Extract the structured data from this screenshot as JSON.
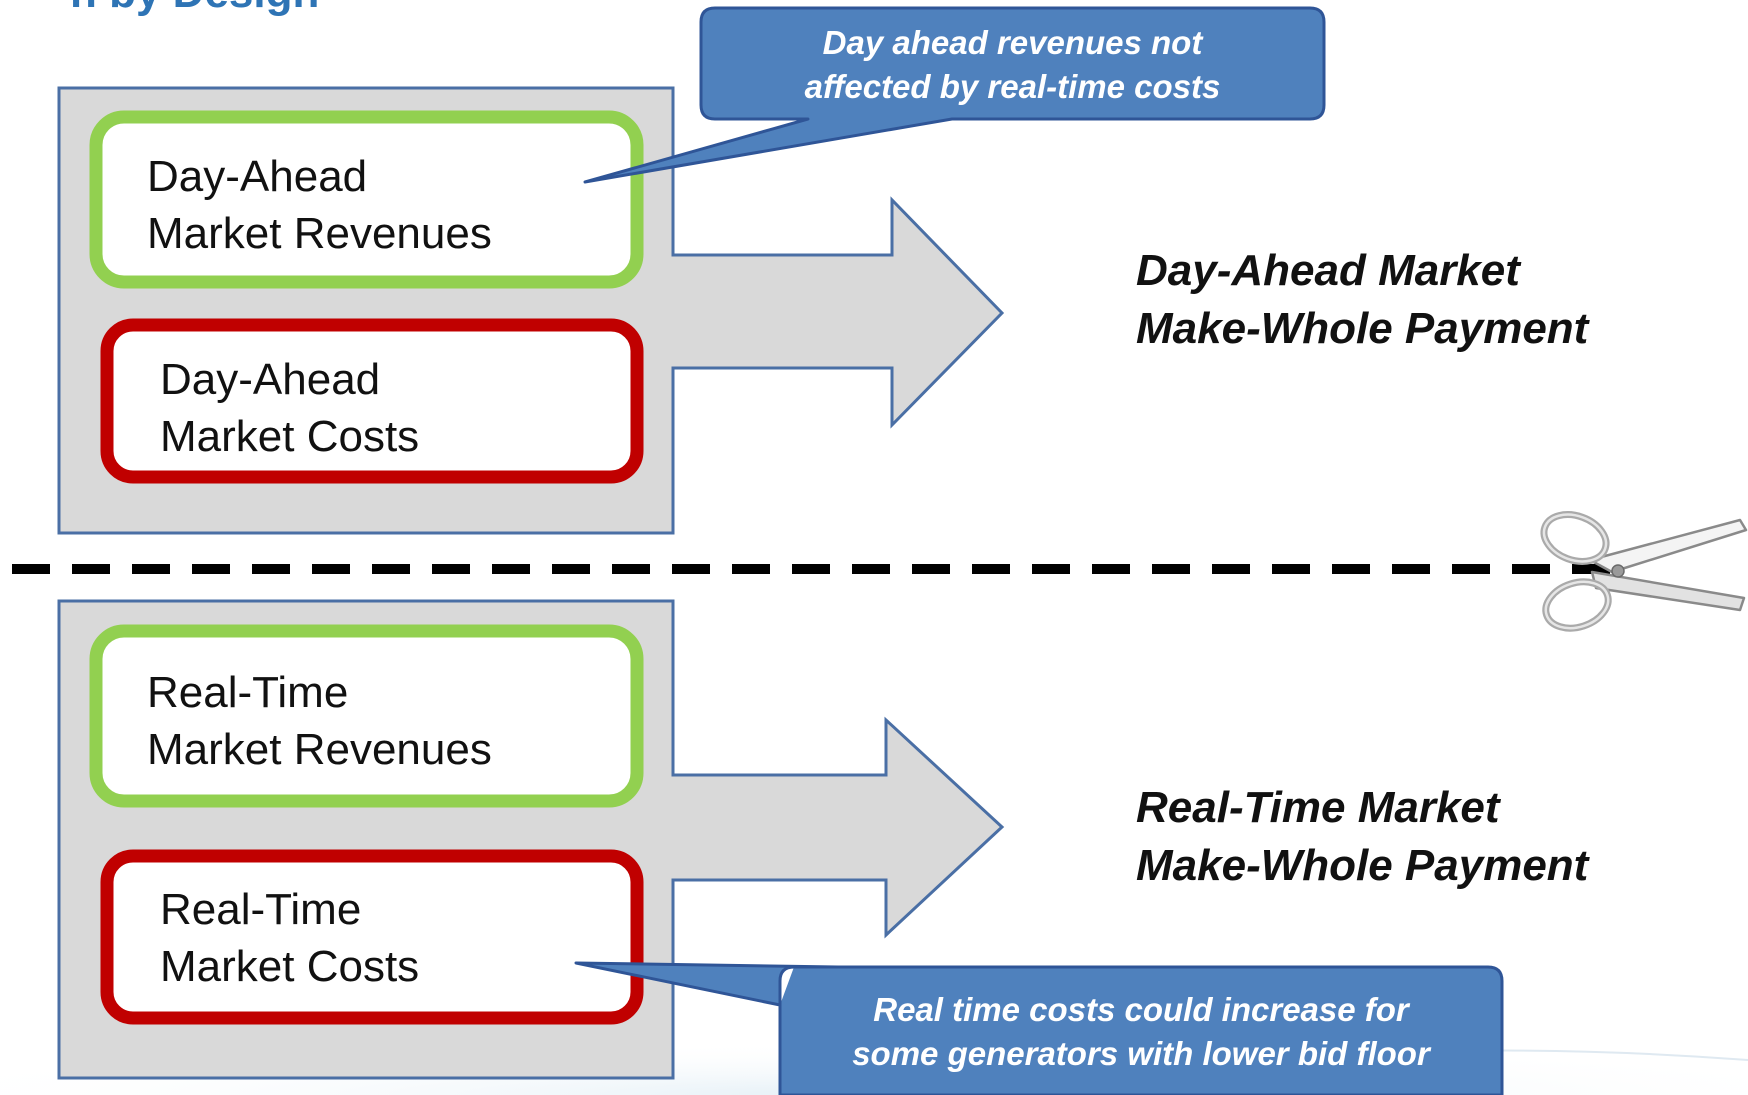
{
  "header": {
    "title_fragment": "n by Design"
  },
  "day_ahead": {
    "revenues": {
      "line1": "Day-Ahead",
      "line2": "Market Revenues"
    },
    "costs": {
      "line1": "Day-Ahead",
      "line2": "Market Costs"
    },
    "payment": {
      "line1": "Day-Ahead Market",
      "line2": "Make-Whole Payment"
    },
    "callout": {
      "line1": "Day ahead revenues not",
      "line2": "affected by real-time costs"
    }
  },
  "real_time": {
    "revenues": {
      "line1": "Real-Time",
      "line2": "Market Revenues"
    },
    "costs": {
      "line1": "Real-Time",
      "line2": "Market Costs"
    },
    "payment": {
      "line1": "Real-Time Market",
      "line2": "Make-Whole Payment"
    },
    "callout": {
      "line1": "Real time costs could increase for",
      "line2": "some generators with lower bid floor"
    }
  },
  "colors": {
    "panel_fill": "#d9d9d9",
    "panel_border": "#4a6fa5",
    "revenue_border": "#92d050",
    "cost_border": "#c00000",
    "callout_fill": "#4f81bd",
    "callout_border": "#2f5597",
    "title_color": "#2e74b5"
  },
  "icons": {
    "cut_marker": "scissors-icon"
  }
}
